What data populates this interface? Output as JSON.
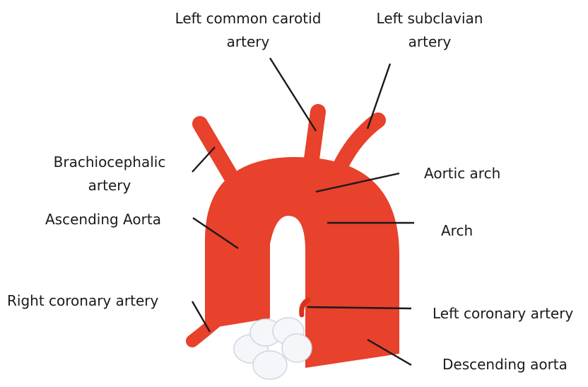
{
  "colors": {
    "artery_red": "#e8412c",
    "artery_dark": "#d6321f",
    "valve_white": "#f4f6fa",
    "leader_line": "#1a1a1a",
    "text": "#1a1a1a"
  },
  "labels": {
    "left_common_carotid": [
      "Left common carotid",
      "artery"
    ],
    "left_subclavian": [
      "Left subclavian",
      "artery"
    ],
    "brachiocephalic": [
      "Brachiocephalic",
      "artery"
    ],
    "aortic_arch": "Aortic arch",
    "ascending_aorta": "Ascending Aorta",
    "arch": "Arch",
    "right_coronary": "Right coronary artery",
    "left_coronary": "Left coronary artery",
    "descending_aorta": "Descending aorta"
  }
}
